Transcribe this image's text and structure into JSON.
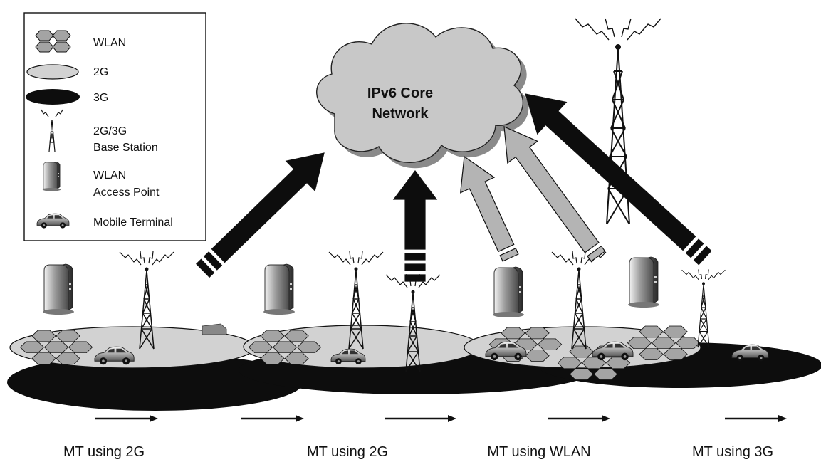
{
  "legend": {
    "items": [
      {
        "icon": "wlan-hexagon-cluster-icon",
        "label": "WLAN"
      },
      {
        "icon": "2g-light-ellipse-icon",
        "label": "2G"
      },
      {
        "icon": "3g-dark-ellipse-icon",
        "label": "3G"
      },
      {
        "icon": "base-station-tower-icon",
        "label": "2G/3G",
        "label2": "Base Station"
      },
      {
        "icon": "access-point-device-icon",
        "label": "WLAN",
        "label2": "Access Point"
      },
      {
        "icon": "car-icon",
        "label": "Mobile Terminal"
      }
    ]
  },
  "core": {
    "line1": "IPv6 Core",
    "line2": "Network"
  },
  "captions": [
    "MT using 2G",
    "MT using 2G",
    "MT using WLAN",
    "MT using 3G"
  ],
  "colors": {
    "cloud": "#c8c8c8",
    "cloud_shadow": "#8a8a8a",
    "coverage_2g": "#d2d2d2",
    "coverage_3g": "#0d0d0d",
    "wlan_hex": "#a4a4a4",
    "arrow_dark": "#0d0d0d",
    "arrow_light": "#b4b4b4"
  }
}
